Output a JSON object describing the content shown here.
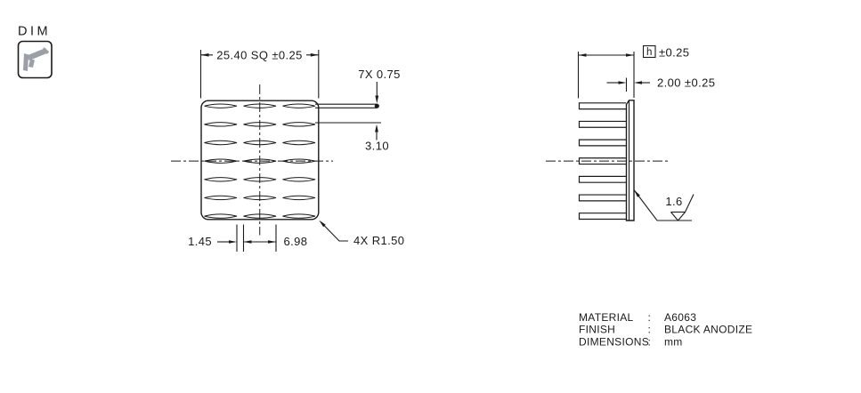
{
  "header": {
    "label": "DIM",
    "icon": "caliper-icon"
  },
  "top_view": {
    "rows": 7,
    "columns": 3,
    "dim_square": "25.40 SQ ±0.25",
    "dim_slot_width": "7X 0.75",
    "dim_row_offset": "3.10",
    "dim_gap": "1.45",
    "dim_slot_length": "6.98",
    "dim_corner_radius": "4X R1.50"
  },
  "side_view": {
    "fins": 7,
    "dim_height_label": "h",
    "dim_height_tolerance": "±0.25",
    "dim_base_thickness": "2.00 ±0.25",
    "surface_roughness": "1.6"
  },
  "notes": {
    "rows": [
      {
        "label": "MATERIAL",
        "colon": ":",
        "value": "A6063"
      },
      {
        "label": "FINISH",
        "colon": ":",
        "value": "BLACK ANODIZE"
      },
      {
        "label": "DIMENSIONS",
        "colon": ":",
        "value": "mm"
      }
    ]
  },
  "colors": {
    "line": "#1a1a1a",
    "icon_gray": "#9aa0a6",
    "background": "#ffffff"
  }
}
